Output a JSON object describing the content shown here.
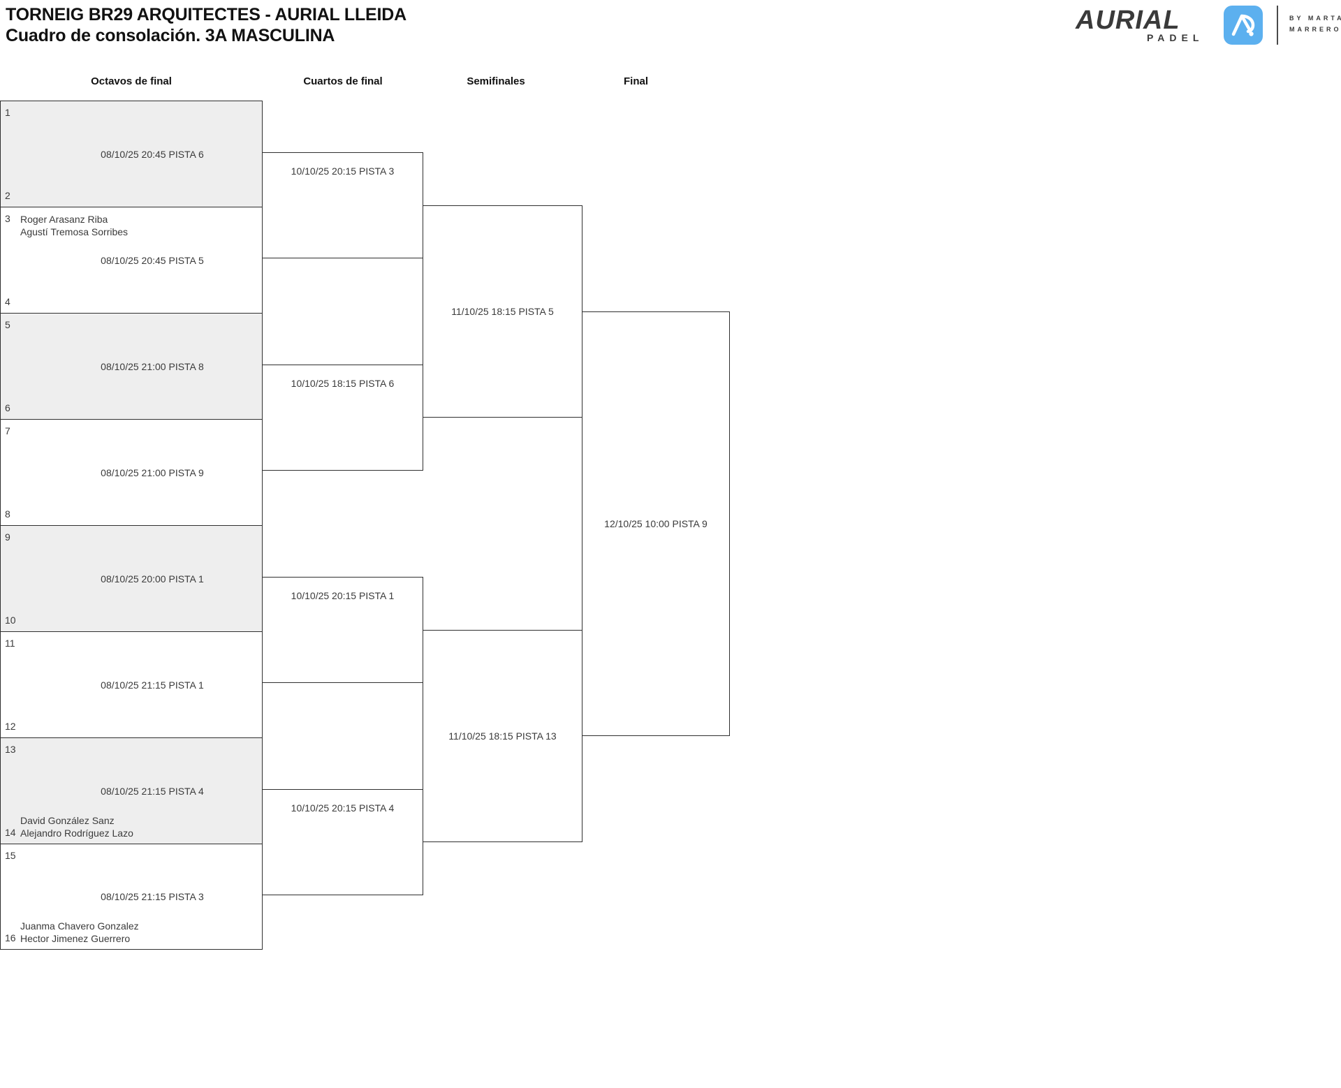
{
  "header": {
    "title_line1": "TORNEIG BR29 ARQUITECTES - AURIAL LLEIDA",
    "title_line2": "Cuadro de consolación. 3A MASCULINA"
  },
  "logo": {
    "wordmark": "AURIAL",
    "subword": "PADEL",
    "by_line1": "BY MARTA",
    "by_line2": "MARRERO",
    "mark_icon": "aurial-a-monogram-icon",
    "accent_color": "#5cb0ef",
    "text_color": "#3a3a3a"
  },
  "rounds": [
    {
      "key": "octavos",
      "label": "Octavos de final"
    },
    {
      "key": "cuartos",
      "label": "Cuartos de final"
    },
    {
      "key": "semis",
      "label": "Semifinales"
    },
    {
      "key": "final",
      "label": "Final"
    }
  ],
  "round_of_16": [
    {
      "seed_top": "1",
      "team_top": "",
      "seed_bottom": "2",
      "team_bottom": "",
      "match": "08/10/25 20:45 PISTA 6",
      "shaded": true
    },
    {
      "seed_top": "3",
      "team_top": "Roger Arasanz Riba\nAgustí Tremosa Sorribes",
      "seed_bottom": "4",
      "team_bottom": "",
      "match": "08/10/25 20:45 PISTA 5",
      "shaded": false
    },
    {
      "seed_top": "5",
      "team_top": "",
      "seed_bottom": "6",
      "team_bottom": "",
      "match": "08/10/25 21:00 PISTA 8",
      "shaded": true
    },
    {
      "seed_top": "7",
      "team_top": "",
      "seed_bottom": "8",
      "team_bottom": "",
      "match": "08/10/25 21:00 PISTA 9",
      "shaded": false
    },
    {
      "seed_top": "9",
      "team_top": "",
      "seed_bottom": "10",
      "team_bottom": "",
      "match": "08/10/25 20:00 PISTA 1",
      "shaded": true
    },
    {
      "seed_top": "11",
      "team_top": "",
      "seed_bottom": "12",
      "team_bottom": "",
      "match": "08/10/25 21:15 PISTA 1",
      "shaded": false
    },
    {
      "seed_top": "13",
      "team_top": "",
      "seed_bottom": "14",
      "team_bottom": "David González Sanz\nAlejandro Rodríguez Lazo",
      "match": "08/10/25 21:15 PISTA 4",
      "shaded": true
    },
    {
      "seed_top": "15",
      "team_top": "",
      "seed_bottom": "16",
      "team_bottom": "Juanma Chavero Gonzalez\nHector Jimenez Guerrero",
      "match": "08/10/25 21:15 PISTA 3",
      "shaded": false
    }
  ],
  "quarter_finals": [
    {
      "match": "10/10/25 20:15 PISTA 3"
    },
    {
      "match": "10/10/25 18:15 PISTA 6"
    },
    {
      "match": "10/10/25 20:15 PISTA 1"
    },
    {
      "match": "10/10/25 20:15 PISTA 4"
    }
  ],
  "semi_finals": [
    {
      "match": "11/10/25 18:15 PISTA 5"
    },
    {
      "match": "11/10/25 18:15 PISTA 13"
    }
  ],
  "final": {
    "match": "12/10/25 10:00 PISTA 9"
  }
}
